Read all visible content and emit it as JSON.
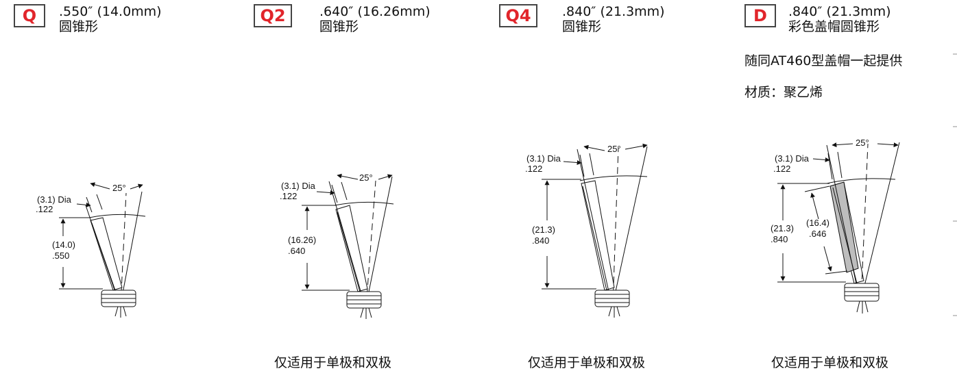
{
  "tips": [
    {
      "id": "Q",
      "badge": "Q",
      "size": ".550″ (14.0mm)",
      "shape": "圆锥形",
      "dia_metric": "(3.1) Dia",
      "dia_inch": ".122",
      "angle": "25°",
      "len_metric": "(14.0)",
      "len_inch": ".550",
      "footer": ""
    },
    {
      "id": "Q2",
      "badge": "Q2",
      "size": ".640″ (16.26mm)",
      "shape": "圆锥形",
      "dia_metric": "(3.1) Dia",
      "dia_inch": ".122",
      "angle": "25°",
      "len_metric": "(16.26)",
      "len_inch": ".640",
      "footer": "仅适用于单极和双极"
    },
    {
      "id": "Q4",
      "badge": "Q4",
      "size": ".840″ (21.3mm)",
      "shape": "圆锥形",
      "dia_metric": "(3.1) Dia",
      "dia_inch": ".122",
      "angle": "25°",
      "len_metric": "(21.3)",
      "len_inch": ".840",
      "footer": "仅适用于单极和双极"
    },
    {
      "id": "D",
      "badge": "D",
      "size": ".840″ (21.3mm)",
      "shape": "彩色盖帽圆锥形",
      "note": "随同AT460型盖帽一起提供",
      "material": "材质：聚乙烯",
      "dia_metric": "(3.1) Dia",
      "dia_inch": ".122",
      "angle": "25°",
      "len_metric": "(21.3)",
      "len_inch": ".840",
      "cap_metric": "(16.4)",
      "cap_inch": ".646",
      "footer": "仅适用于单极和双极"
    }
  ],
  "colors": {
    "badge_text": "#e1252b",
    "badge_border": "#444444",
    "cap_fill": "#bdbdbd",
    "line": "#111111"
  }
}
